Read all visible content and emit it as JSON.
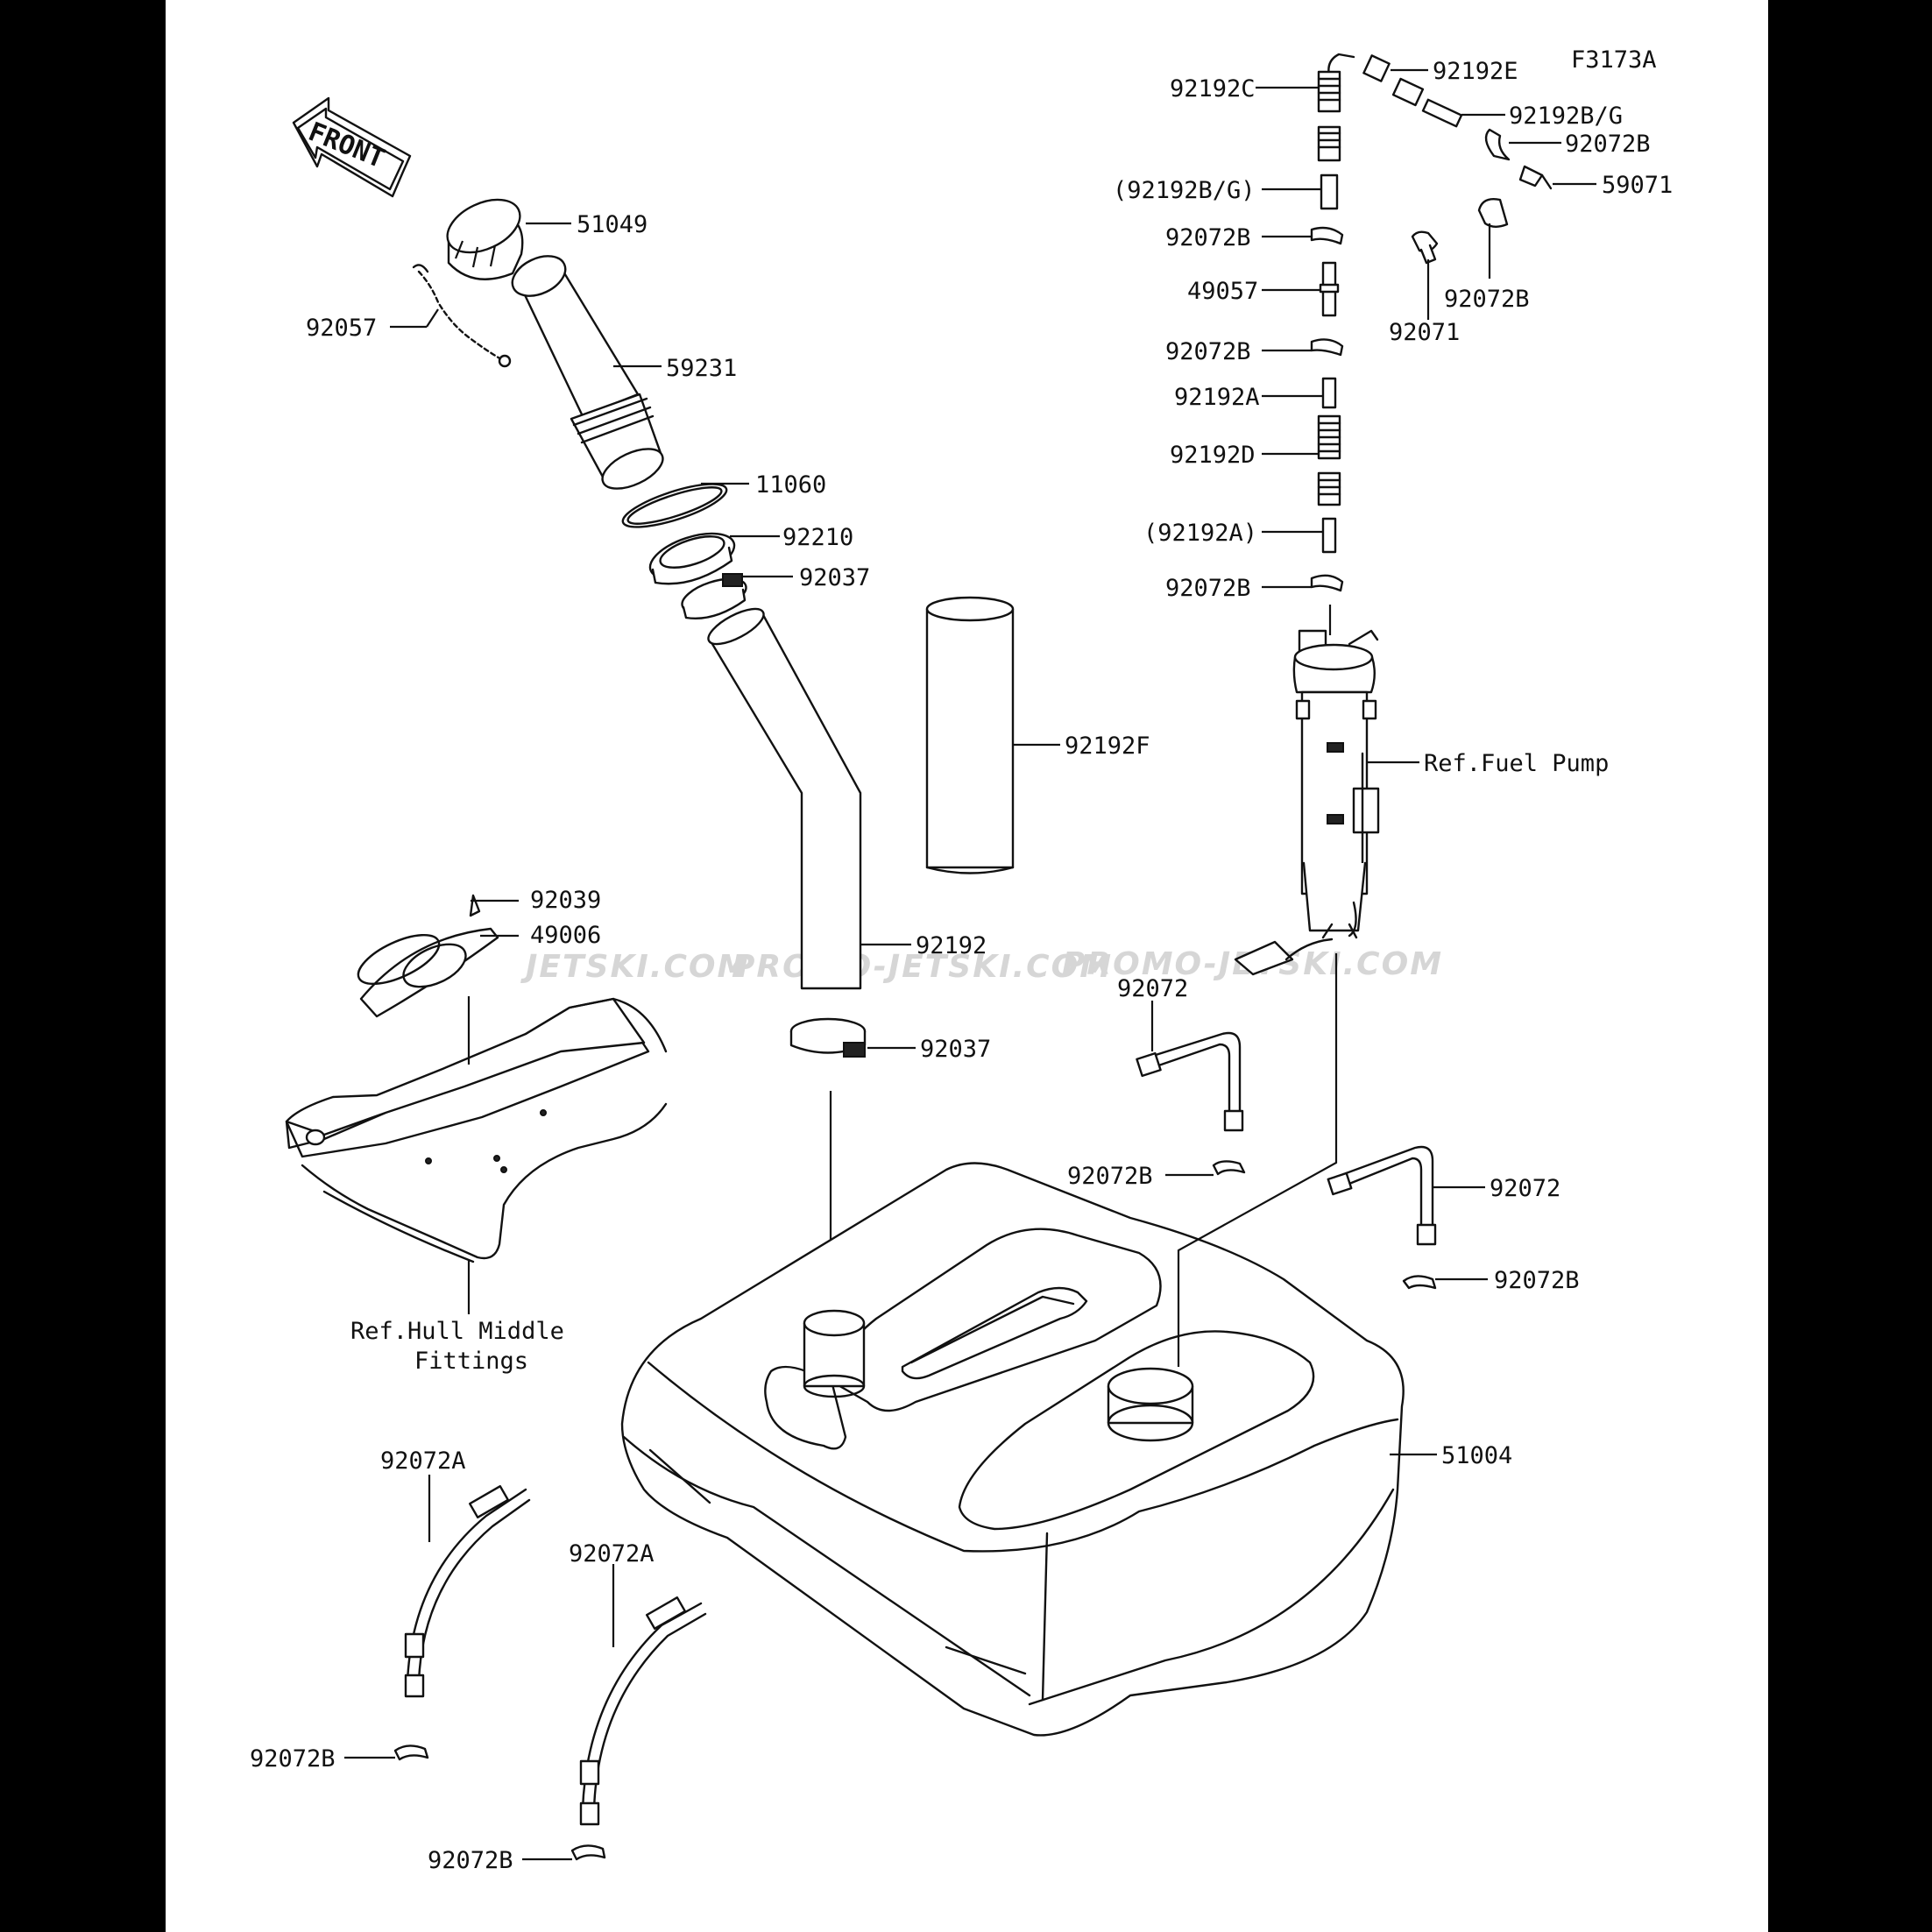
{
  "figure_code": "F3173A",
  "front_arrow_label": "FRONT",
  "watermarks": [
    "JETSKI.COM",
    "PROMO-JETSKI.COM",
    "PROMO-JETSKI.COM"
  ],
  "labels": {
    "p92192C": "92192C",
    "p92192E": "92192E",
    "p92192BG": "92192B/G",
    "p92072B_top": "92072B",
    "p59071": "59071",
    "p92192BG_paren": "(92192B/G)",
    "p92072B_a": "92072B",
    "p49057": "49057",
    "p92072B_b": "92072B",
    "p92192A": "92192A",
    "p92192D": "92192D",
    "p92192A_paren": "(92192A)",
    "p92072B_c": "92072B",
    "p92071": "92071",
    "p92072B_side": "92072B",
    "p51049": "51049",
    "p92057": "92057",
    "p59231": "59231",
    "p11060": "11060",
    "p92210": "92210",
    "p92037_top": "92037",
    "p92192F": "92192F",
    "fuel_pump_ref": "Ref.Fuel Pump",
    "p92039": "92039",
    "p49006": "49006",
    "p92192": "92192",
    "p92037_bot": "92037",
    "p92072_top": "92072",
    "p92072B_mid": "92072B",
    "p92072_right": "92072",
    "p92072B_right": "92072B",
    "hull_ref_line1": "Ref.Hull Middle",
    "hull_ref_line2": "Fittings",
    "p51004": "51004",
    "p92072A_left": "92072A",
    "p92072A_mid": "92072A",
    "p92072B_bl": "92072B",
    "p92072B_bm": "92072B"
  }
}
